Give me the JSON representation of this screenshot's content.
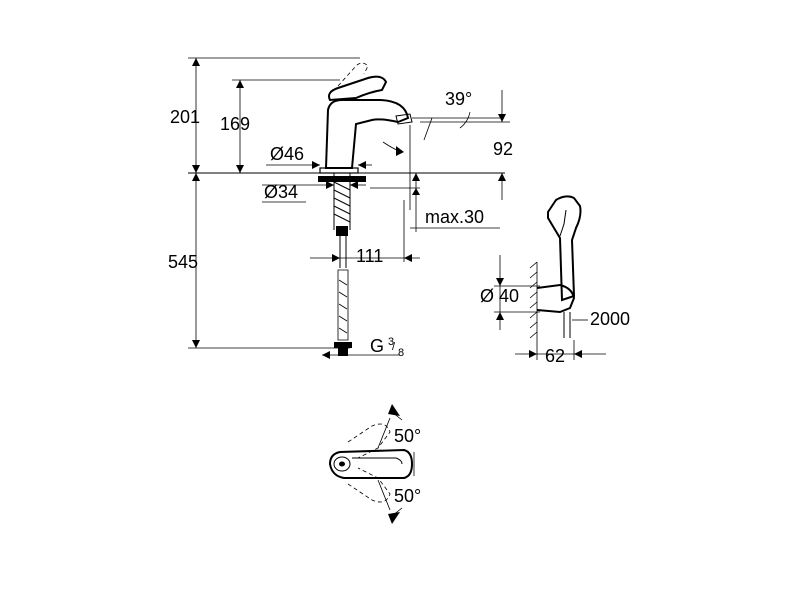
{
  "dimensions": {
    "total_height": "201",
    "spout_height": "169",
    "spout_angle": "39°",
    "spout_reach": "92",
    "base_diameter": "Ø46",
    "shank_diameter": "Ø34",
    "counter_thickness": "max.30",
    "projection": "111",
    "hose_length_below": "545",
    "connection_thread_base": "G",
    "connection_thread_num": "3",
    "connection_thread_den": "8",
    "holder_diameter": "Ø 40",
    "hose_length": "2000",
    "holder_projection": "62",
    "rotation_left": "50°",
    "rotation_right": "50°"
  }
}
